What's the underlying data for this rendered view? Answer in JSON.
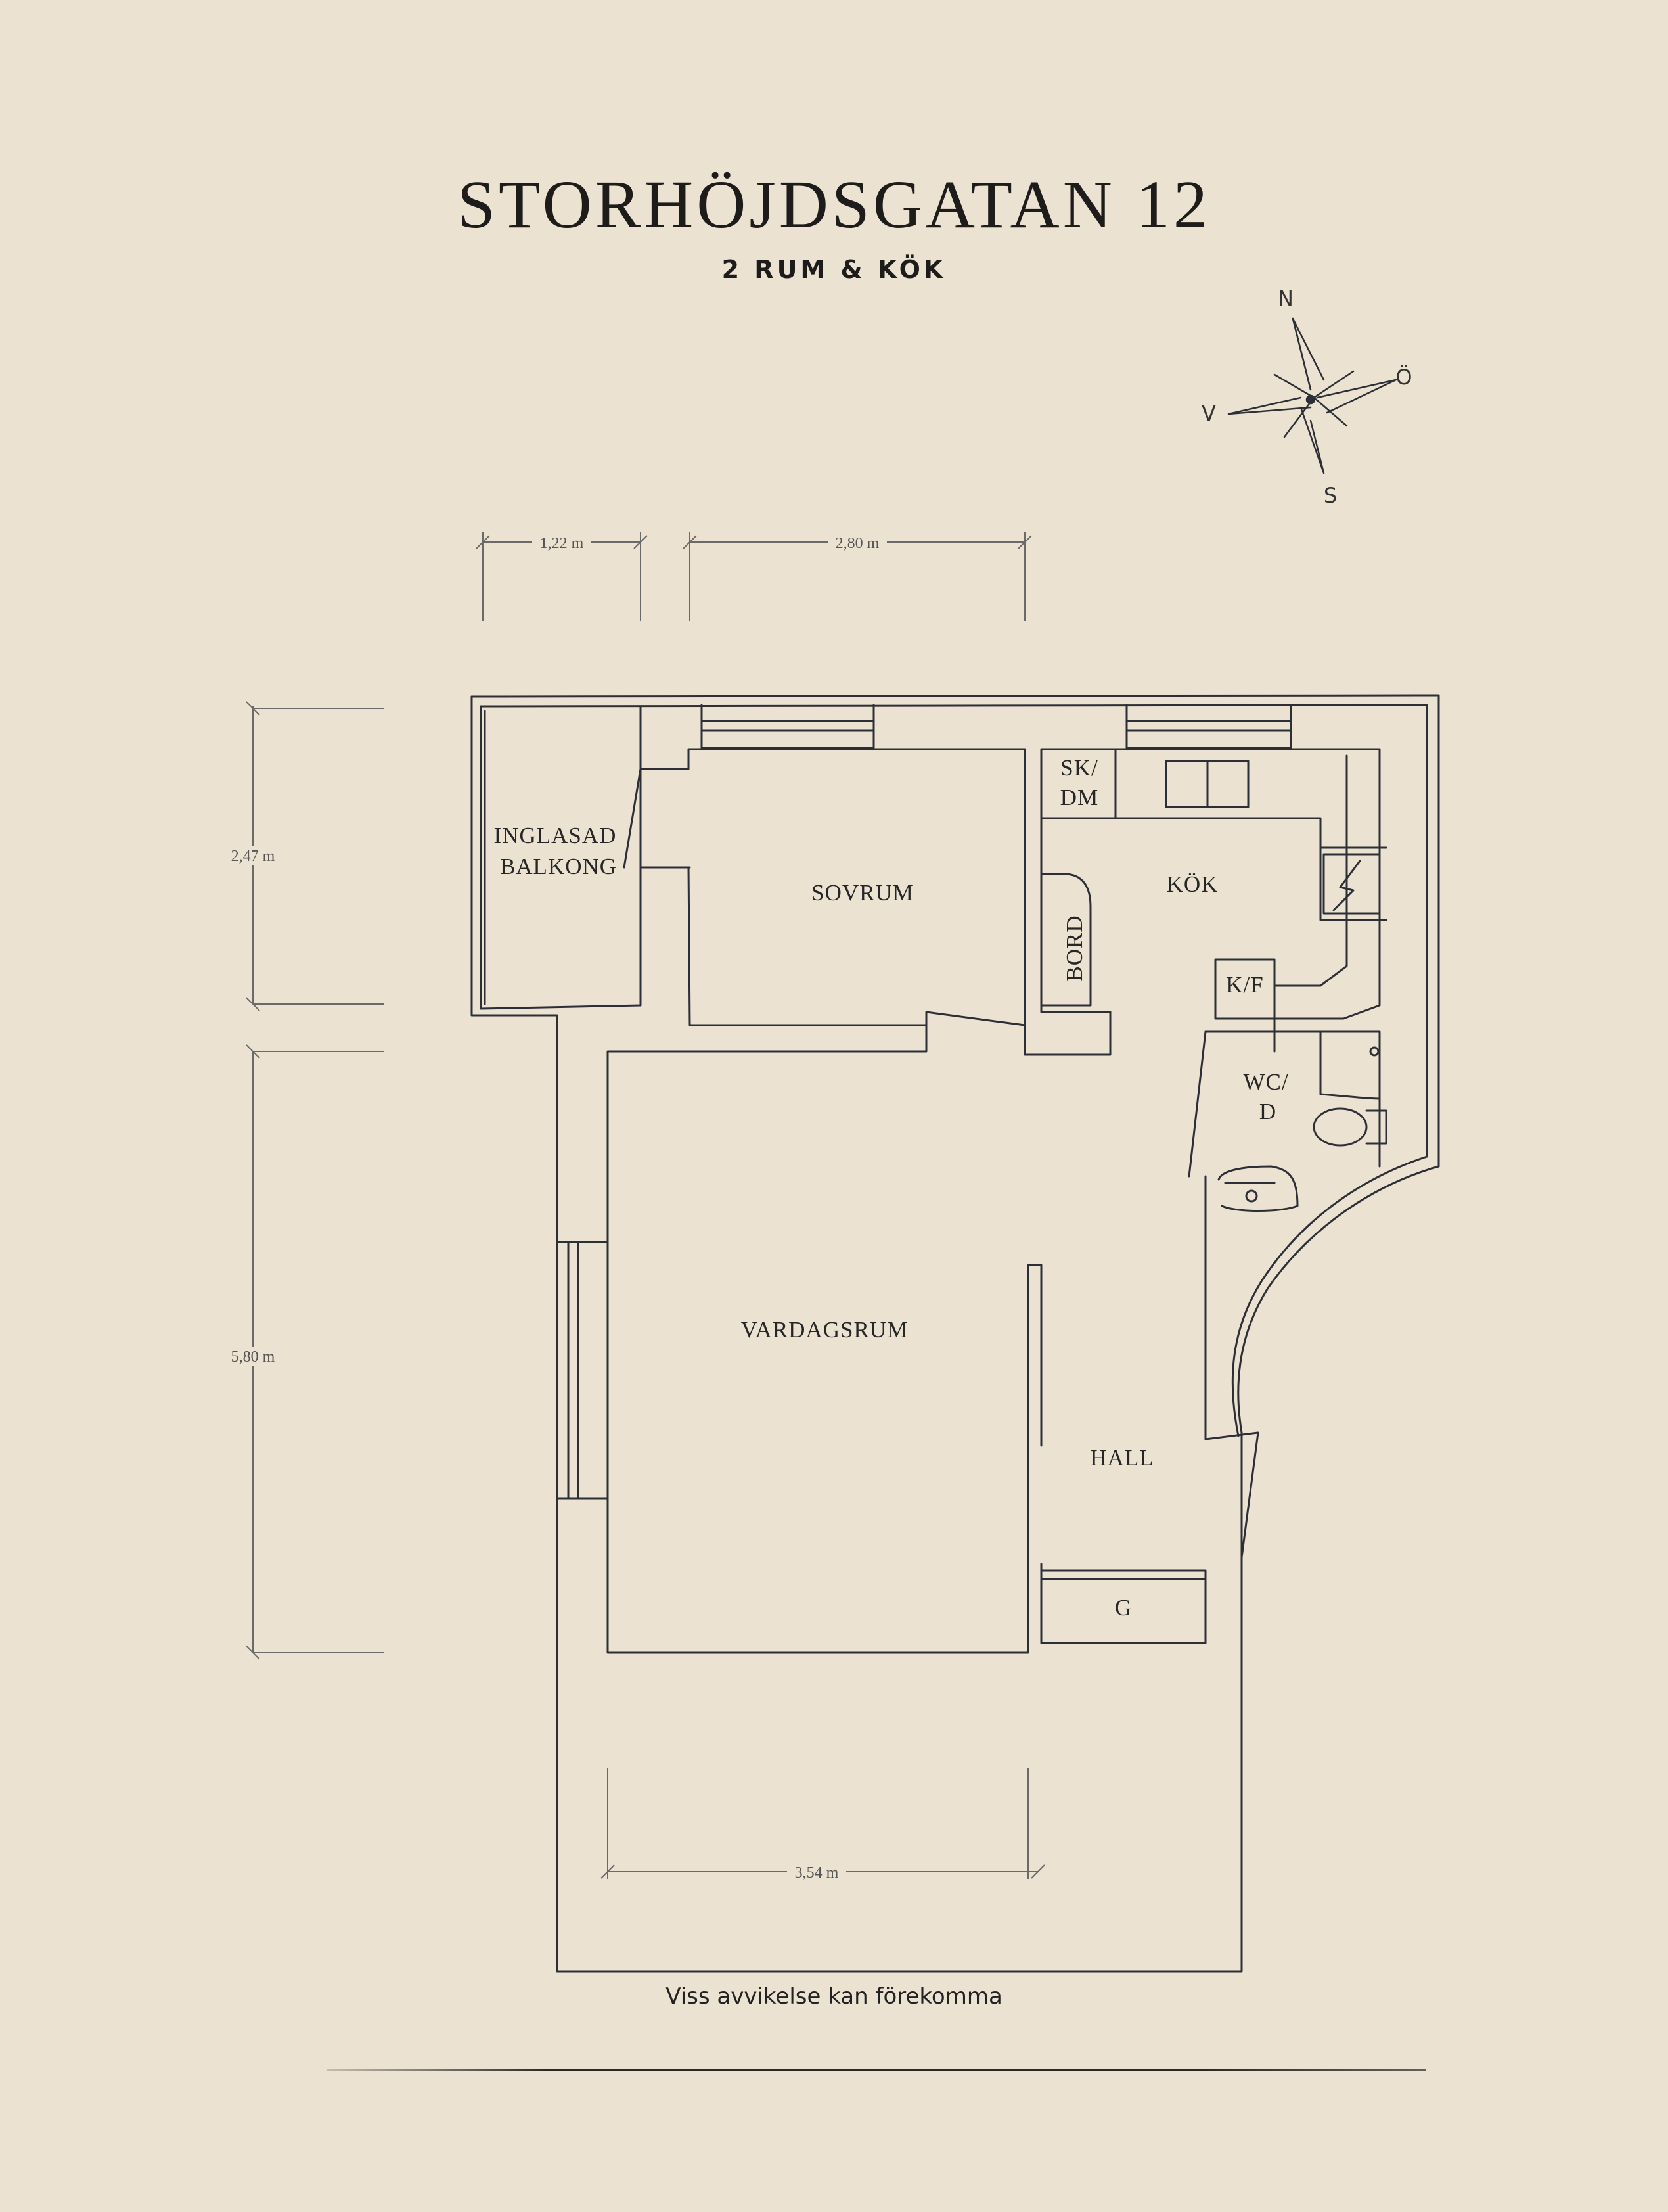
{
  "header": {
    "title": "STORHÖJDSGATAN 12",
    "subtitle": "2 RUM & KÖK"
  },
  "compass": {
    "north": "N",
    "east": "Ö",
    "south": "S",
    "west": "V"
  },
  "dimensions": {
    "balcony_width": "1,22 m",
    "bedroom_width": "2,80 m",
    "bedroom_depth": "2,47 m",
    "living_depth": "5,80 m",
    "living_width": "3,54 m"
  },
  "rooms": {
    "balcony_line1": "INGLASAD",
    "balcony_line2": "BALKONG",
    "bedroom": "SOVRUM",
    "storage_line1": "SK/",
    "storage_line2": "DM",
    "kitchen": "KÖK",
    "table": "BORD",
    "fridge": "K/F",
    "bathroom_line1": "WC/",
    "bathroom_line2": "D",
    "living": "VARDAGSRUM",
    "hall": "HALL",
    "wardrobe": "G"
  },
  "footer": {
    "disclaimer": "Viss avvikelse kan förekomma"
  }
}
